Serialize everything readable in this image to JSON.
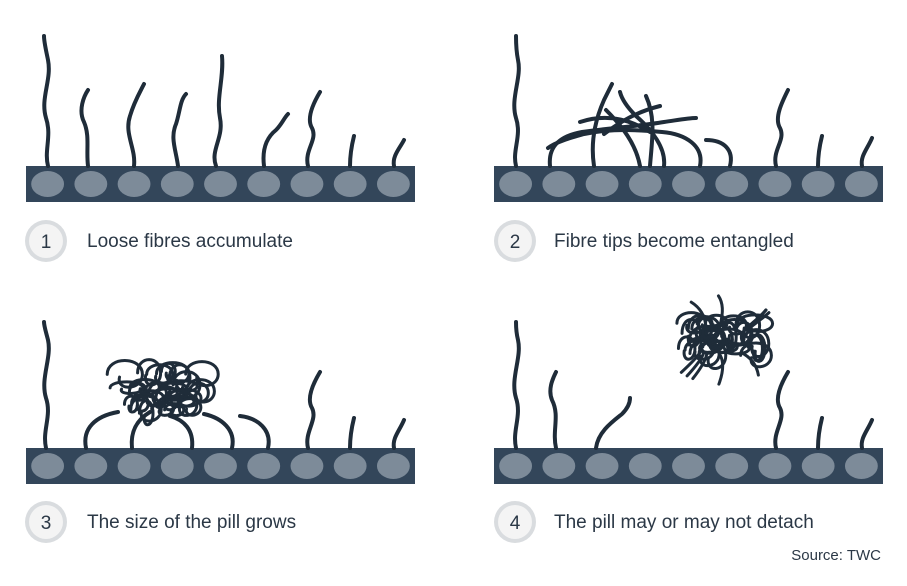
{
  "colors": {
    "fabric": "#33465a",
    "knot": "#7d8b99",
    "fibre": "#1f2c39",
    "badge_outer": "#d9dcdf",
    "badge_inner": "#f4f4f4",
    "text": "#2b3846"
  },
  "steps": [
    {
      "number": "1",
      "label": "Loose fibres accumulate"
    },
    {
      "number": "2",
      "label": "Fibre tips become entangled"
    },
    {
      "number": "3",
      "label": "The size of the pill grows"
    },
    {
      "number": "4",
      "label": "The pill may or may not detach"
    }
  ],
  "source": "Source: TWC"
}
